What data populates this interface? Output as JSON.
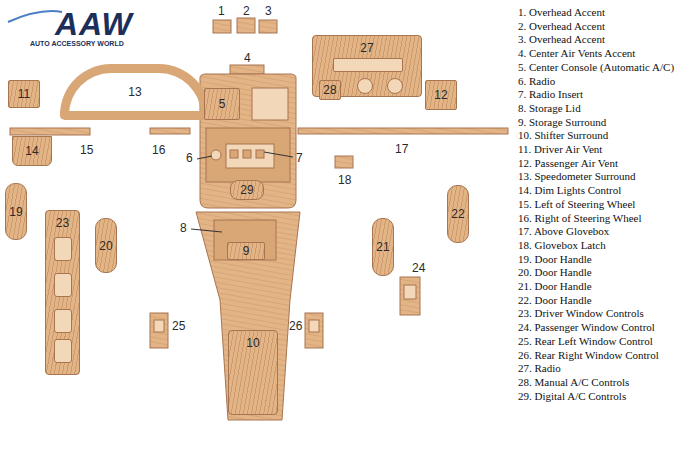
{
  "diagram": {
    "nodes": [
      {
        "text": [
          "11"
        ]
      },
      {
        "text": [
          "13"
        ]
      },
      {
        "text": [
          "5"
        ]
      },
      {
        "text": [
          "27"
        ]
      },
      {
        "text": [
          "28"
        ],
        "in": 3
      },
      {
        "text": [
          "12"
        ]
      },
      {
        "text": [
          "14"
        ]
      },
      {
        "text": [
          "29"
        ]
      },
      {
        "text": [
          "19"
        ]
      },
      {
        "text": [
          "23"
        ]
      },
      {
        "text": [
          "20"
        ]
      },
      {
        "text": [
          "9"
        ]
      },
      {
        "text": [
          "21"
        ]
      },
      {
        "text": [
          "22"
        ]
      },
      {
        "text": [
          "10"
        ]
      }
    ],
    "labels": [
      "AAW",
      "AUTO ACCESSORY WORLD",
      "1",
      "2",
      "3",
      "4",
      "6",
      "7",
      "8",
      "15",
      "16",
      "17",
      "18",
      "24",
      "25",
      "26",
      "1. Overhead Accent",
      "2. Overhead Accent",
      "3. Overhead Accent",
      "4. Center Air Vents Accent",
      "5. Center Console (Automatic A/C)",
      "6. Radio",
      "7. Radio Insert",
      "8. Storage Lid",
      "9. Storage Surround",
      "10. Shifter Surround",
      "11. Driver Air Vent",
      "12. Passenger Air Vent",
      "13. Speedometer Surround",
      "14. Dim Lights Control",
      "15. Left of Steering Wheel",
      "16. Right of Steering Wheel",
      "17. Above Glovebox",
      "18. Glovebox Latch",
      "19. Door Handle",
      "20. Door Handle",
      "21. Door Handle",
      "22. Door Handle",
      "23. Driver Window Controls",
      "24. Passenger Window Control",
      "25. Rear Left Window Control",
      "26. Rear Right Window Control",
      "27. Radio",
      "28. Manual A/C Controls",
      "29. Digital A/C Controls"
    ]
  }
}
